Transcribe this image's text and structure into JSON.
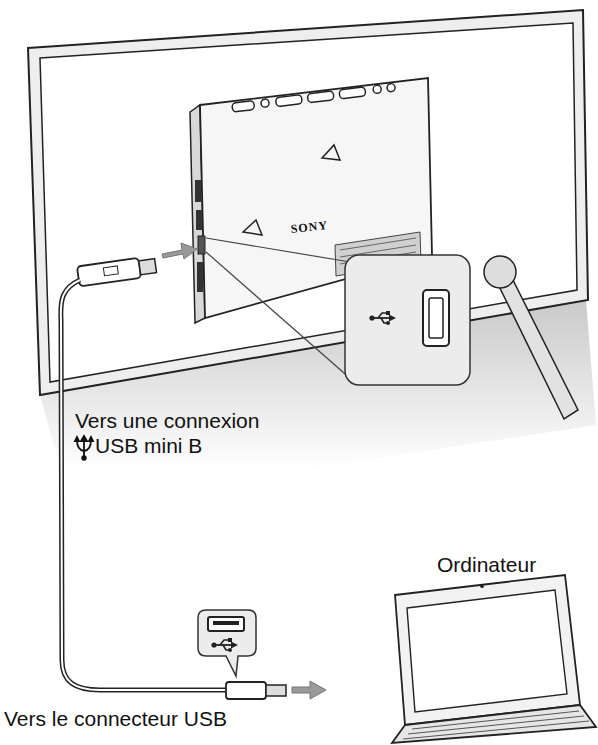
{
  "diagram": {
    "labels": [
      "SONY",
      "Vers une connexion USB mini B",
      "Ordinateur",
      "Vers le connecteur USB"
    ]
  }
}
